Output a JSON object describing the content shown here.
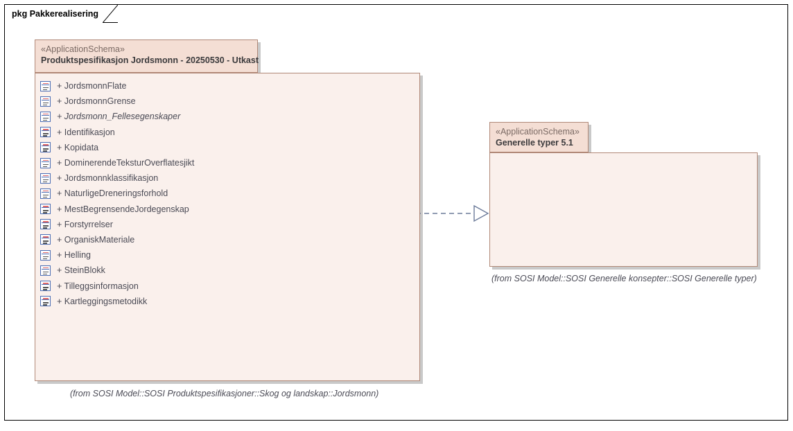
{
  "frame": {
    "label": "pkg Pakkerealisering"
  },
  "packages": [
    {
      "stereotype": "«ApplicationSchema»",
      "name": "Produktspesifikasjon Jordsmonn - 20250530 - Utkast",
      "caption": "(from SOSI Model::SOSI Produktspesifikasjoner::Skog og landskap::Jordsmonn)",
      "members": [
        {
          "visibility": "+",
          "name": "JordsmonnFlate",
          "abstract": false
        },
        {
          "visibility": "+",
          "name": "JordsmonnGrense",
          "abstract": false
        },
        {
          "visibility": "+",
          "name": "Jordsmonn_Fellesegenskaper",
          "abstract": true
        },
        {
          "visibility": "+",
          "name": "Identifikasjon",
          "abstract": false
        },
        {
          "visibility": "+",
          "name": "Kopidata",
          "abstract": false
        },
        {
          "visibility": "+",
          "name": "DominerendeTeksturOverflatesjikt",
          "abstract": false
        },
        {
          "visibility": "+",
          "name": "Jordsmonnklassifikasjon",
          "abstract": false
        },
        {
          "visibility": "+",
          "name": "NaturligeDreneringsforhold",
          "abstract": false
        },
        {
          "visibility": "+",
          "name": "MestBegrensendeJordegenskap",
          "abstract": false
        },
        {
          "visibility": "+",
          "name": "Forstyrrelser",
          "abstract": false
        },
        {
          "visibility": "+",
          "name": "OrganiskMateriale",
          "abstract": false
        },
        {
          "visibility": "+",
          "name": "Helling",
          "abstract": false
        },
        {
          "visibility": "+",
          "name": "SteinBlokk",
          "abstract": false
        },
        {
          "visibility": "+",
          "name": "Tilleggsinformasjon",
          "abstract": false
        },
        {
          "visibility": "+",
          "name": "Kartleggingsmetodikk",
          "abstract": false
        }
      ]
    },
    {
      "stereotype": "«ApplicationSchema»",
      "name": "Generelle typer 5.1",
      "caption": "(from SOSI Model::SOSI Generelle konsepter::SOSI Generelle typer)",
      "members": []
    }
  ],
  "connector": {
    "type": "realization",
    "style": "dashed",
    "arrowhead": "hollow-triangle"
  },
  "colors": {
    "header_fill": "#f4ded4",
    "body_fill": "#faf0ec",
    "element_border": "#b08877",
    "text": "#4a4a55",
    "stereotype_text": "#7b6a64",
    "connector": "#6b7a99",
    "icon_border": "#4a6cb3",
    "icon_accent": "#e06666"
  }
}
